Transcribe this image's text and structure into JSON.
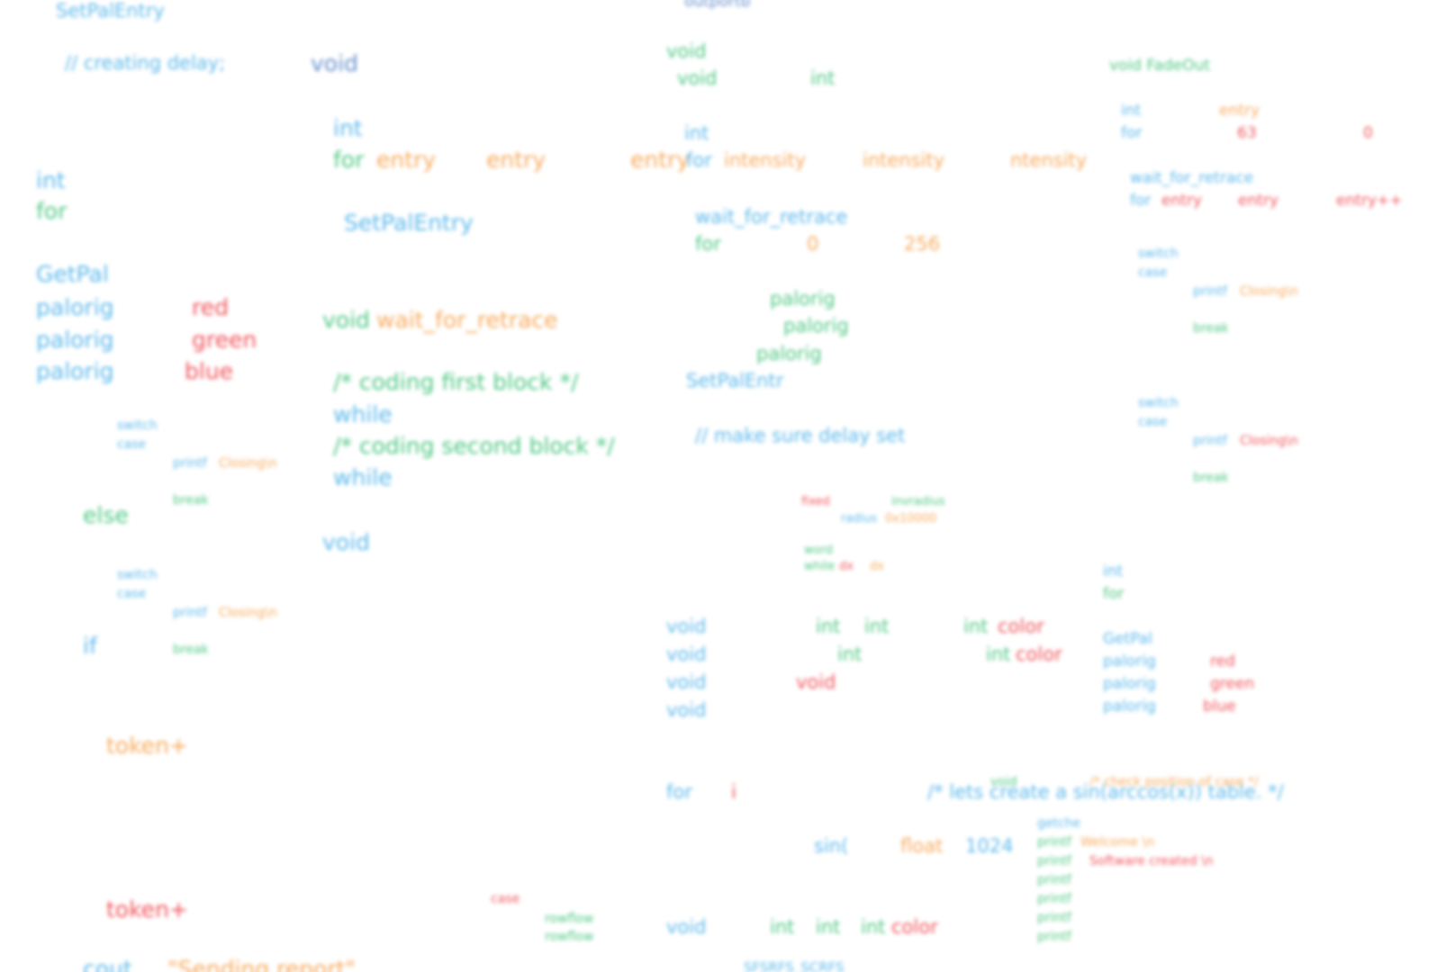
{
  "colors": {
    "keyword_blue": "#4fb3ea",
    "keyword_green": "#41c37a",
    "identifier_orange": "#f7a34f",
    "literal_red": "#f0464e",
    "type_navy": "#5b86c7",
    "background": "#ffffff"
  },
  "col1": {
    "setpalentry": "SetPalEntry",
    "comment_delay": "// creating delay;",
    "int": "int",
    "for": "for",
    "getpal": "GetPal",
    "palorig": "palorig",
    "red": "red",
    "green": "green",
    "blue": "blue",
    "switch": "switch",
    "case": "case",
    "printf": "printf",
    "closing": "Closing\\n",
    "break": "break",
    "else": "else",
    "if": "if",
    "token_plus": "token+",
    "cout": "cout",
    "sending_report": "\"Sending report\""
  },
  "col2": {
    "void": "void",
    "int": "int",
    "for": "for",
    "entry": "entry",
    "setpalentry": "SetPalEntry",
    "wait_for_retrace": "wait_for_retrace",
    "comment_first": "/* coding first block */",
    "while": "while",
    "comment_second": "/* coding second block */",
    "case": "case",
    "rowflow": "rowflow"
  },
  "col3": {
    "outportb": "outportb",
    "void": "void",
    "int": "int",
    "for": "for",
    "intensity": "intensity",
    "ntensity": "ntensity",
    "wait_for_retrace": "wait_for_retrace",
    "zero": "0",
    "n256": "256",
    "palorig": "palorig",
    "setpalentr": "SetPalEntr",
    "comment_delay_set": "// make sure delay set",
    "fixed": "fixed",
    "invradius": "invradius",
    "radius": "radius",
    "hex": "0x10000",
    "word": "word",
    "while": "while",
    "dx": "dx",
    "color": "color",
    "i": "i",
    "sin": "sin(",
    "float": "float",
    "n1024": "1024",
    "comment_sin": "/* lets create a sin(arccos(x)) table. */",
    "sfsrfs": "SFSRFS_SCRFS"
  },
  "col4": {
    "void_fadeout": "void FadeOut",
    "int": "int",
    "for": "for",
    "entry": "entry",
    "entry_inc": "entry++",
    "n63": "63",
    "zero": "0",
    "wait_for_retrace": "wait_for_retrace",
    "switch": "switch",
    "case": "case",
    "printf": "printf",
    "closing": "Closing\\n",
    "break": "break",
    "getpal": "GetPal",
    "palorig": "palorig",
    "red": "red",
    "green": "green",
    "blue": "blue",
    "getche": "getche",
    "welcome": "Welcome \\n",
    "check_pos": "/* check position of case */",
    "software": "Software created \\n",
    "void": "void"
  }
}
